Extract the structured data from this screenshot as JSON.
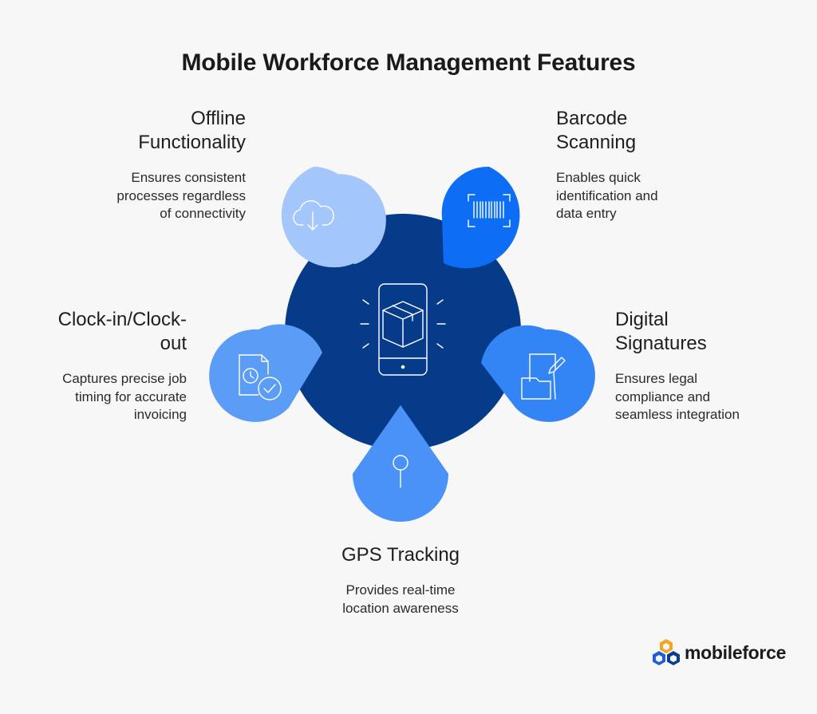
{
  "title": "Mobile Workforce Management Features",
  "colors": {
    "background": "#f7f7f7",
    "hub": "#063b8a",
    "offline": "#a3c6fb",
    "barcode": "#0d6ef5",
    "clock": "#5b9cf7",
    "digital": "#3384f5",
    "gps": "#4b92f8"
  },
  "center": {
    "icon": "mobile-package-icon"
  },
  "features": {
    "offline": {
      "title_line1": "Offline",
      "title_line2": "Functionality",
      "desc_line1": "Ensures consistent",
      "desc_line2": "processes regardless",
      "desc_line3": "of connectivity",
      "icon": "cloud-download-icon"
    },
    "barcode": {
      "title_line1": "Barcode",
      "title_line2": "Scanning",
      "desc_line1": "Enables quick",
      "desc_line2": "identification and",
      "desc_line3": "data entry",
      "icon": "barcode-icon"
    },
    "clock": {
      "title_line1": "Clock-in/Clock-",
      "title_line2": "out",
      "desc_line1": "Captures precise job",
      "desc_line2": "timing for accurate",
      "desc_line3": "invoicing",
      "icon": "clock-check-document-icon"
    },
    "digital": {
      "title_line1": "Digital",
      "title_line2": "Signatures",
      "desc_line1": "Ensures legal",
      "desc_line2": "compliance and",
      "desc_line3": "seamless integration",
      "icon": "signature-document-icon"
    },
    "gps": {
      "title_line1": "GPS Tracking",
      "desc_line1": "Provides real-time",
      "desc_line2": "location awareness",
      "icon": "location-pin-icon"
    }
  },
  "logo": {
    "wordmark": "mobileforce"
  }
}
